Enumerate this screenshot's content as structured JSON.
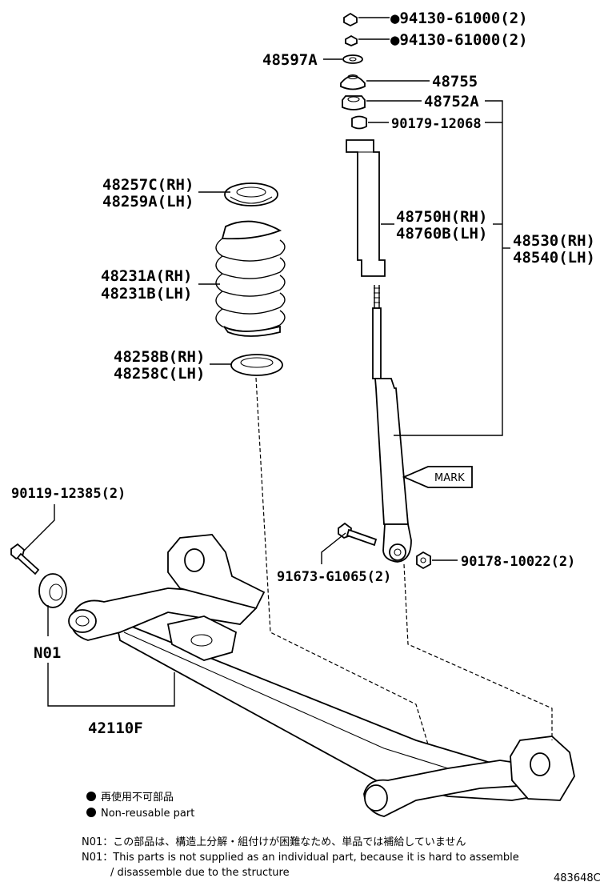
{
  "parts": {
    "nut_top_1": "●94130-61000(2)",
    "nut_top_2": "●94130-61000(2)",
    "washer": "48597A",
    "support_cushion": "48755",
    "support": "48752A",
    "bushing": "90179-12068",
    "insulator_upper_rh": "48257C(RH)",
    "insulator_upper_lh": "48259A(LH)",
    "spring_rh": "48231A(RH)",
    "spring_lh": "48231B(LH)",
    "insulator_lower_rh": "48258B(RH)",
    "insulator_lower_lh": "48258C(LH)",
    "boot_rh": "48750H(RH)",
    "boot_lh": "48760B(LH)",
    "absorber_rh": "48530(RH)",
    "absorber_lh": "48540(LH)",
    "mark": "MARK",
    "bolt_front": "90119-12385(2)",
    "bolt_lower": "91673-G1065(2)",
    "nut_lower": "90178-10022(2)",
    "n01": "N01",
    "axle_beam": "42110F"
  },
  "legend": {
    "non_reusable_jp": "再使用不可部品",
    "non_reusable_en": "Non-reusable part"
  },
  "notes": {
    "n01_jp": "N01：この部品は、構造上分解・組付けが困難なため、単品では補給していません",
    "n01_en_1": "N01：This parts is not supplied as an individual part, because it is hard to assemble",
    "n01_en_2": "/ disassemble due to the structure"
  },
  "diagram_code": "483648C"
}
